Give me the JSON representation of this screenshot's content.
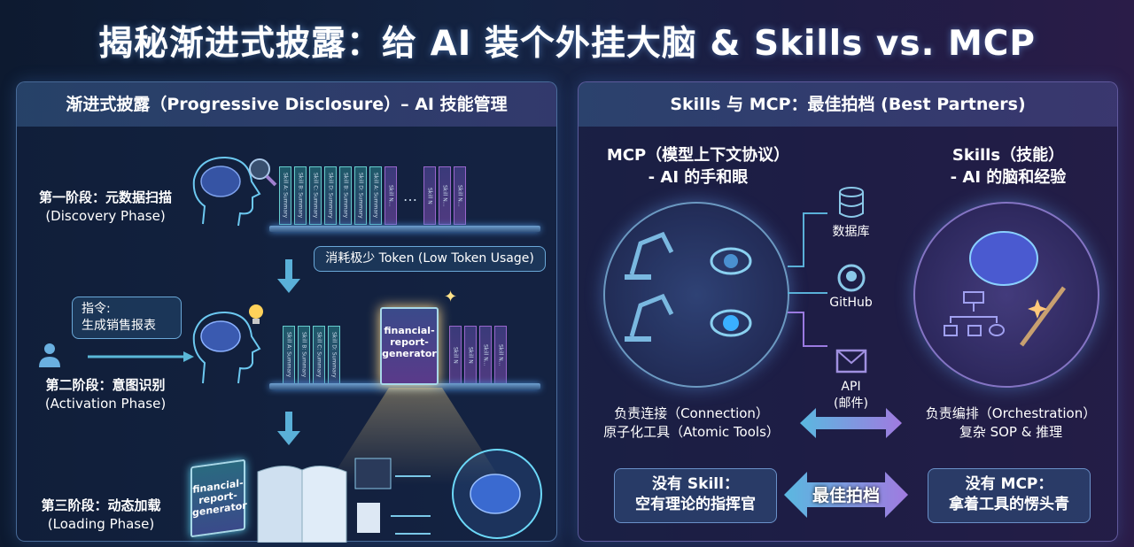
{
  "title": "揭秘渐进式披露：给 AI 装个外挂大脑 & Skills vs. MCP",
  "left_panel": {
    "heading": "渐进式披露（Progressive Disclosure）– AI 技能管理",
    "phase1": {
      "title": "第一阶段：元数据扫描",
      "subtitle": "(Discovery Phase)"
    },
    "phase1_books": [
      "Skill A: Summary",
      "Skill B: Summary",
      "Skill C: Summary",
      "Skill D: Summary",
      "Skill B: Summary",
      "Skill D: Summary",
      "Skill A: Summary",
      "Skill N...",
      "…",
      "Skill N",
      "Skill N...",
      "Skill N..."
    ],
    "token_note": "消耗极少 Token (Low Token Usage)",
    "instruction": {
      "label": "指令:",
      "text": "生成销售报表"
    },
    "phase2": {
      "title": "第二阶段：意图识别",
      "subtitle": "(Activation Phase)"
    },
    "phase2_books": [
      "Skill A: Summary",
      "Skill B: Summary",
      "Skill C: Summary",
      "Skill D: Summary",
      "Skill N",
      "Skill N",
      "Skill N...",
      "Skill N..."
    ],
    "highlight_book": "financial-report-generator",
    "phase3": {
      "title": "第三阶段：动态加载",
      "subtitle": "(Loading Phase)"
    },
    "loaded_book": "financial-report-generator"
  },
  "right_panel": {
    "heading": "Skills 与 MCP：最佳拍档 (Best Partners)",
    "mcp": {
      "title": "MCP（模型上下文协议）",
      "subtitle": "- AI 的手和眼",
      "role1": "负责连接（Connection）",
      "role2": "原子化工具（Atomic Tools）"
    },
    "skills": {
      "title": "Skills（技能）",
      "subtitle": "- AI 的脑和经验",
      "role1": "负责编排（Orchestration）",
      "role2": "复杂 SOP & 推理"
    },
    "targets": [
      {
        "icon": "database-icon",
        "label": "数据库"
      },
      {
        "icon": "github-icon",
        "label": "GitHub"
      },
      {
        "icon": "mail-icon",
        "label": "API\n(邮件)"
      }
    ],
    "no_skill": {
      "line1": "没有 Skill：",
      "line2": "空有理论的指挥官"
    },
    "no_mcp": {
      "line1": "没有 MCP：",
      "line2": "拿着工具的愣头青"
    },
    "partner_label": "最佳拍档"
  },
  "colors": {
    "cyan": "#5cc8e8",
    "purple": "#9a7ae0",
    "bg": "#142342"
  }
}
